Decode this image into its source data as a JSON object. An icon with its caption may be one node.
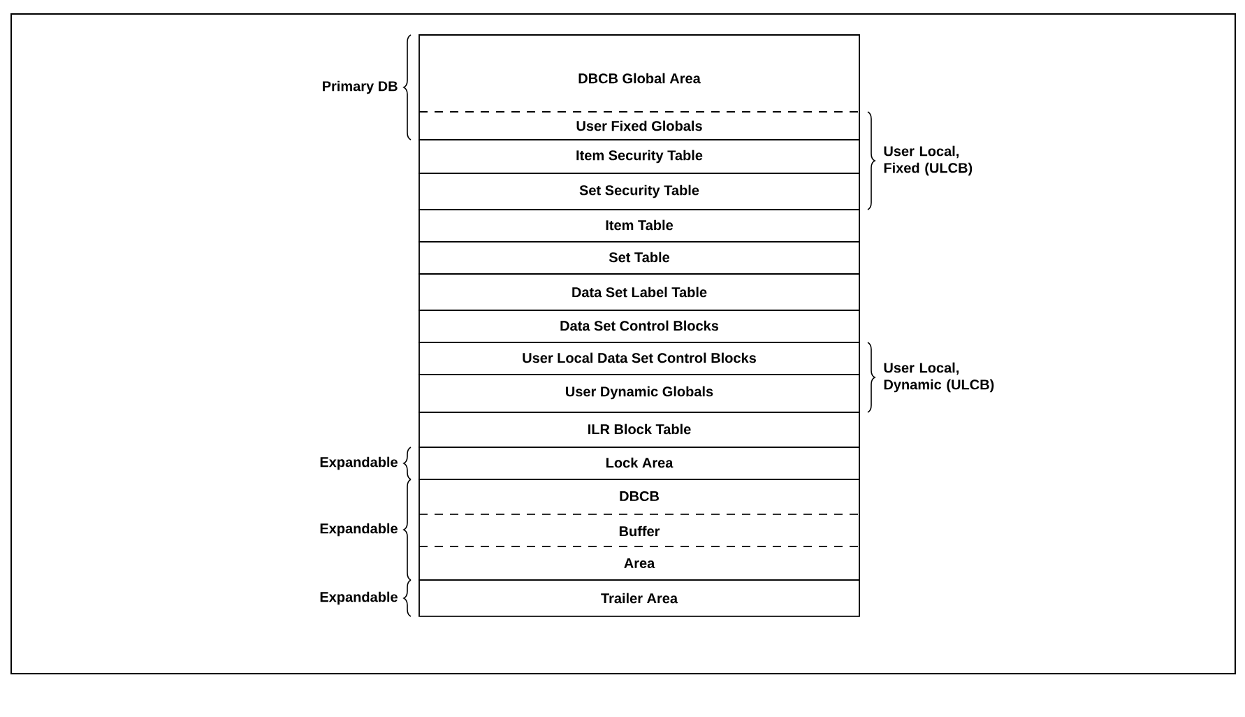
{
  "diagram": {
    "nodes": [
      {
        "text": [
          "DBCB Global Area",
          "User Fixed Globals"
        ],
        "beside": [
          "Primary DB"
        ]
      },
      {
        "text": [
          "Item Security Table"
        ]
      },
      {
        "text": [
          "Set Security Table"
        ]
      },
      {
        "text": [
          "Item Table"
        ]
      },
      {
        "text": [
          "Set Table"
        ]
      },
      {
        "text": [
          "Data Set Label Table"
        ]
      },
      {
        "text": [
          "Data Set Control Blocks"
        ]
      },
      {
        "text": [
          "User Local Data Set Control Blocks"
        ]
      },
      {
        "text": [
          "User Dynamic Globals"
        ]
      },
      {
        "text": [
          "ILR Block Table"
        ]
      },
      {
        "text": [
          "Lock Area"
        ],
        "beside": [
          "Expandable"
        ]
      },
      {
        "text": [
          "DBCB",
          "Buffer",
          "Area"
        ],
        "beside": [
          "Expandable"
        ]
      },
      {
        "text": [
          "Trailer Area"
        ],
        "beside": [
          "Expandable"
        ]
      }
    ],
    "labels": [
      "User Local, Fixed (ULCB)",
      "User Local, Dynamic (ULCB)"
    ]
  }
}
